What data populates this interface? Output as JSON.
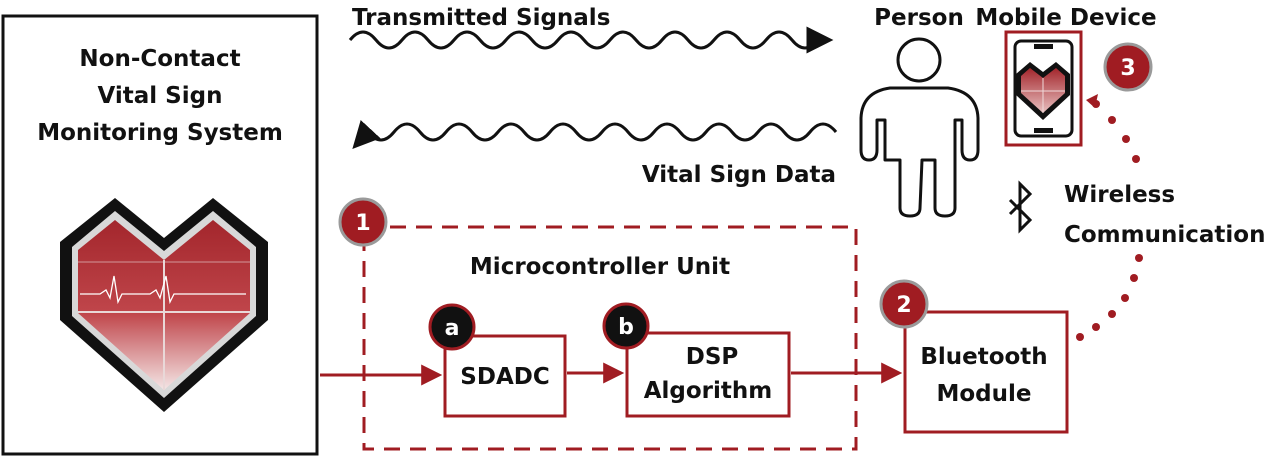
{
  "system": {
    "title_lines": [
      "Non-Contact",
      "Vital Sign",
      "Monitoring System"
    ]
  },
  "signals": {
    "transmitted": "Transmitted Signals",
    "vital_data": "Vital Sign Data"
  },
  "person": {
    "label": "Person"
  },
  "mobile": {
    "label": "Mobile Device"
  },
  "wireless": {
    "lines": [
      "Wireless",
      "Communication"
    ]
  },
  "mcu": {
    "label": "Microcontroller Unit"
  },
  "sdadc": {
    "label": "SDADC"
  },
  "dsp": {
    "lines": [
      "DSP",
      "Algorithm"
    ]
  },
  "bluetooth": {
    "lines": [
      "Bluetooth",
      "Module"
    ]
  },
  "badges": {
    "b1": "1",
    "b2": "2",
    "b3": "3",
    "ba": "a",
    "bb": "b"
  },
  "colors": {
    "accent": "#a01c22",
    "dark": "#111111",
    "grey_ring": "#9a9a9a"
  }
}
